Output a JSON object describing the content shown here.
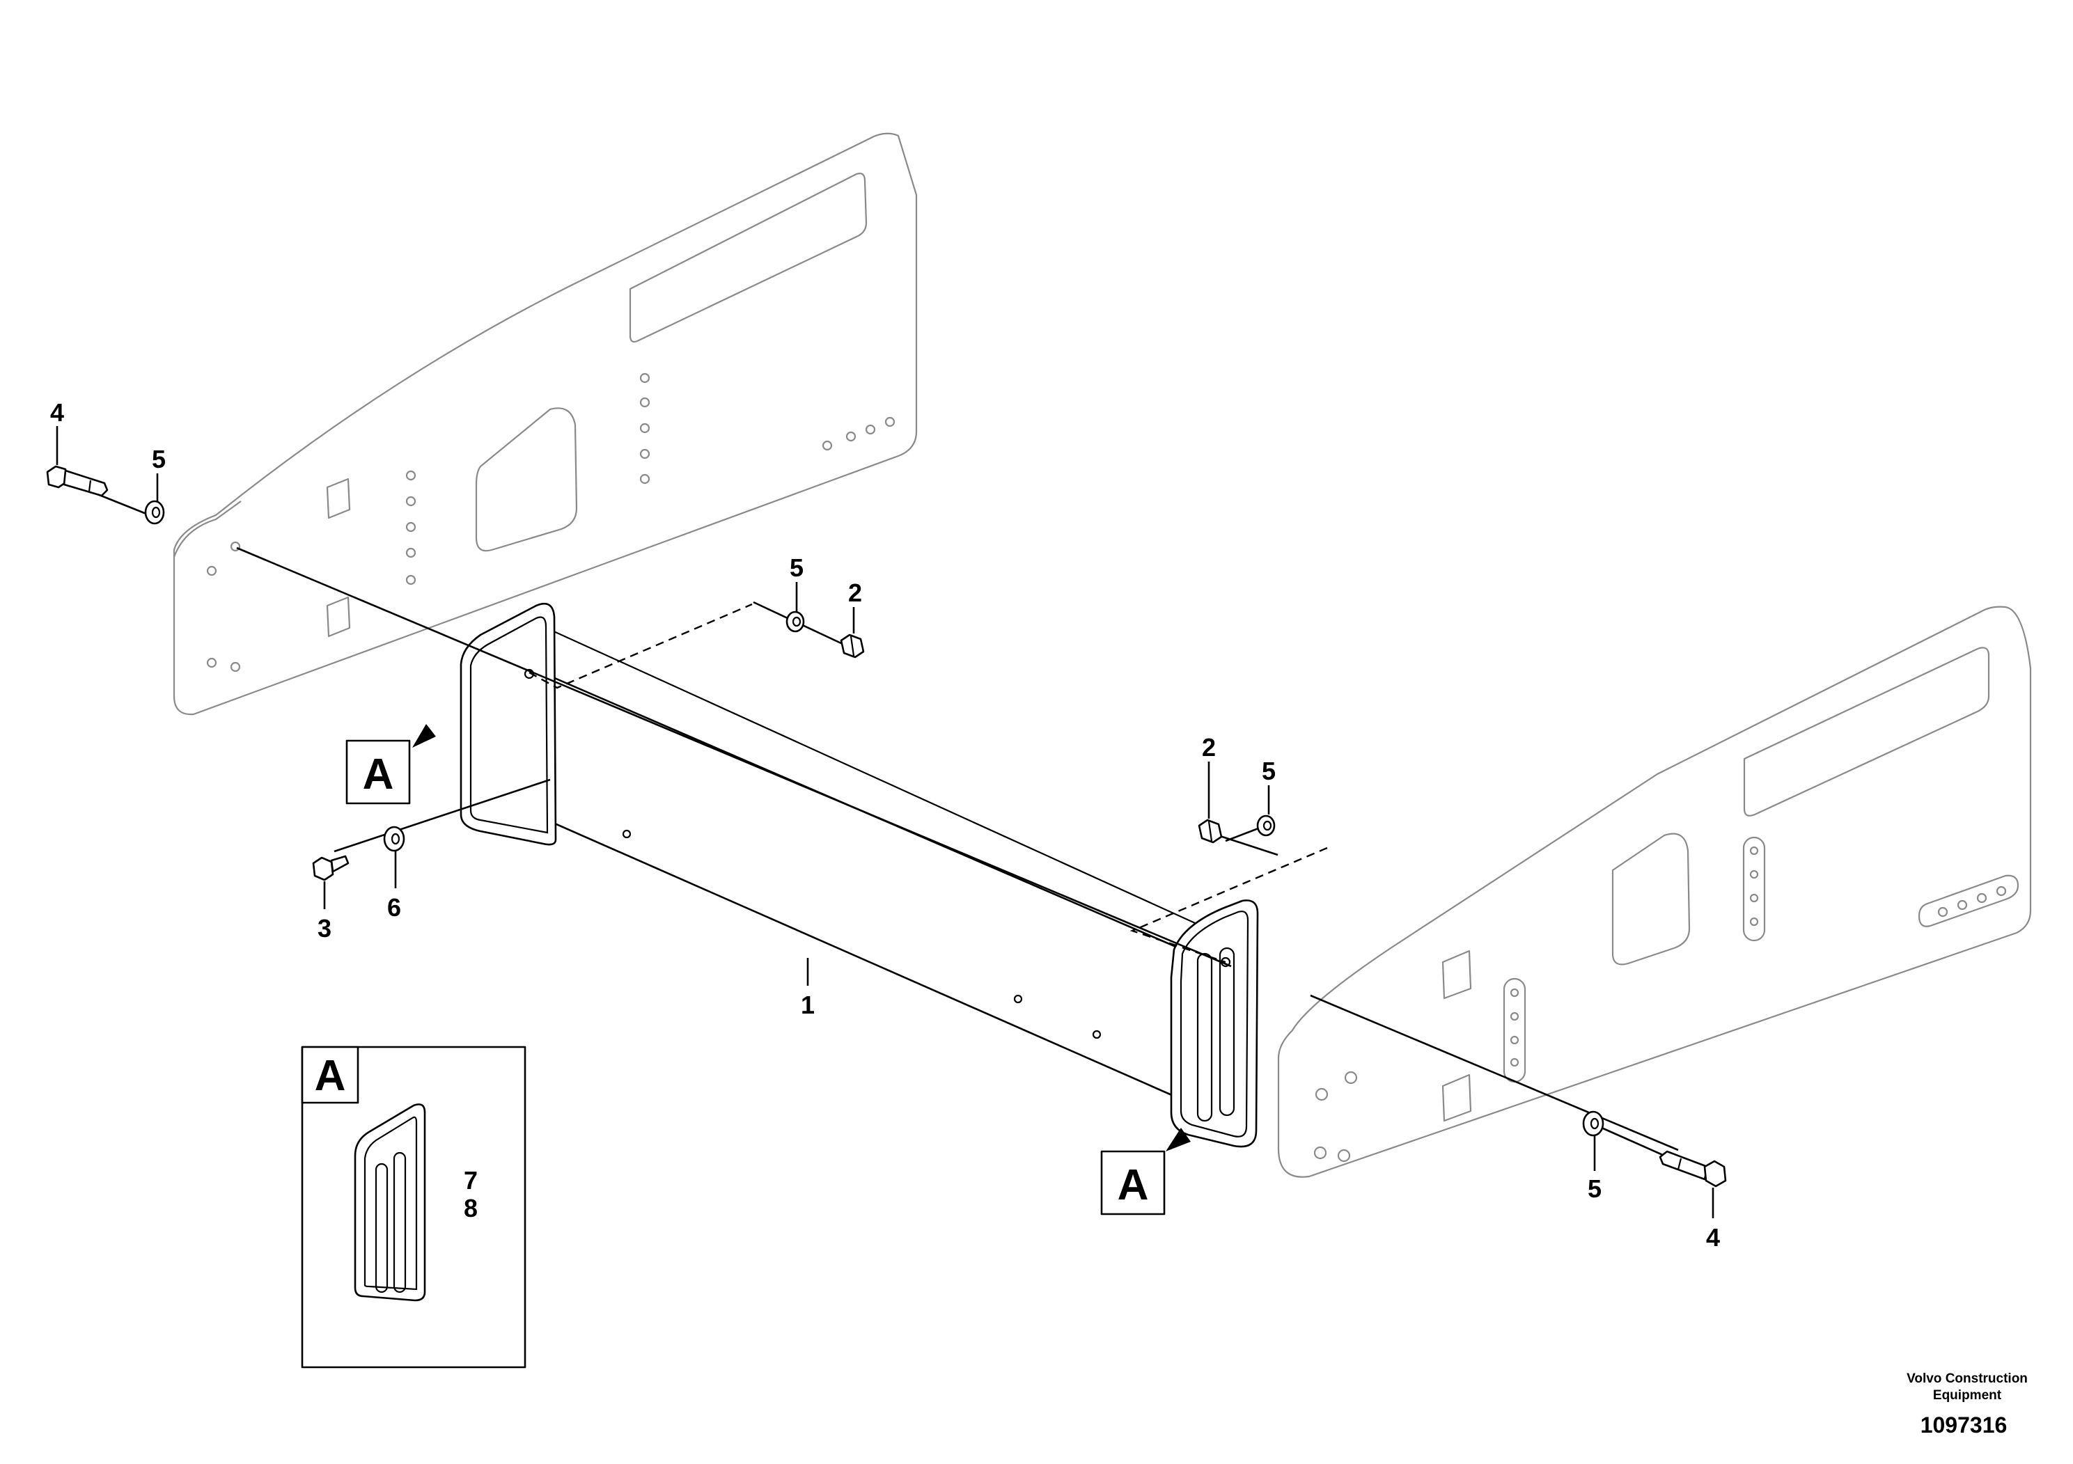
{
  "callouts": {
    "beam": "1",
    "nut_left": "2",
    "nut_right": "2",
    "bolt_small": "3",
    "bolt_left": "4",
    "bolt_right": "4",
    "washer_left": "5",
    "washer_mid": "5",
    "washer_upper_right": "5",
    "washer_lower_right": "5",
    "washer_small": "6",
    "plate_a": "7",
    "plate_b": "8"
  },
  "view_marker": {
    "left": "A",
    "right": "A",
    "detail": "A"
  },
  "footer": {
    "brand_line1": "Volvo Construction",
    "brand_line2": "Equipment",
    "reference_number": "1097316"
  }
}
